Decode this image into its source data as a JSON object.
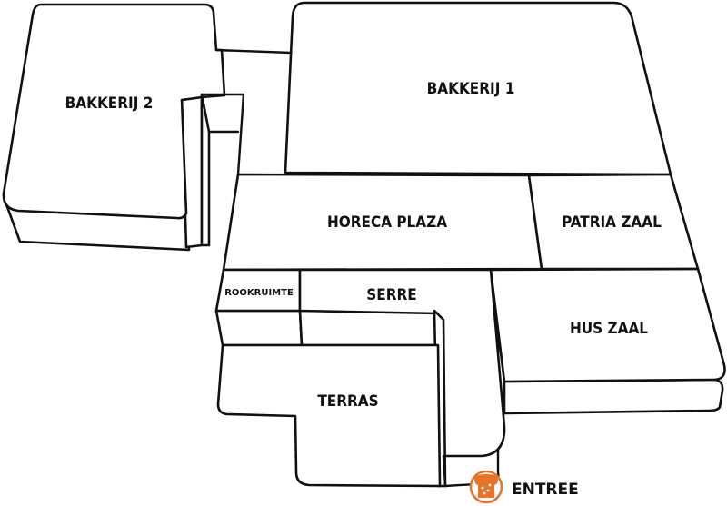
{
  "rooms": {
    "bakkerij2": "BAKKERIJ  2",
    "bakkerij1": "BAKKERIJ  1",
    "horeca_plaza": "HORECA PLAZA",
    "patria_zaal": "PATRIA ZAAL",
    "rookruimte": "ROOKRUIMTE",
    "serre": "SERRE",
    "hus_zaal": "HUS ZAAL",
    "terras": "TERRAS"
  },
  "entrance": {
    "label": "ENTREE",
    "icon": "bread-icon",
    "color": "#e8742a"
  }
}
